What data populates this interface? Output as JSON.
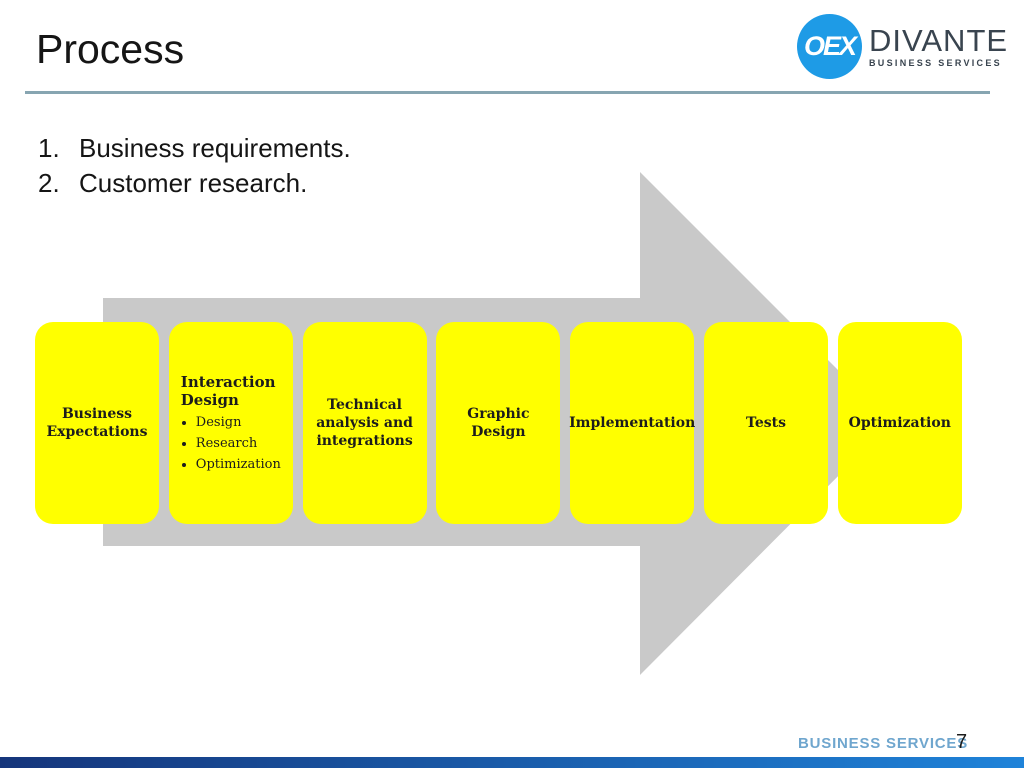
{
  "slide": {
    "title": "Process",
    "list_items": [
      {
        "number": "1.",
        "text": "Business requirements."
      },
      {
        "number": "2.",
        "text": "Customer research."
      }
    ]
  },
  "logo": {
    "badge_text": "OEX",
    "name": "DIVANTE",
    "tagline": "BUSINESS SERVICES"
  },
  "process_steps": [
    {
      "title": "Business Expectations",
      "bullets": []
    },
    {
      "title": "Interaction Design",
      "bullets": [
        "Design",
        "Research",
        "Optimization"
      ]
    },
    {
      "title": "Technical analysis and integrations",
      "bullets": []
    },
    {
      "title": "Graphic Design",
      "bullets": []
    },
    {
      "title": "Implementation",
      "bullets": []
    },
    {
      "title": "Tests",
      "bullets": []
    },
    {
      "title": "Optimization",
      "bullets": []
    }
  ],
  "footer": {
    "label": "BUSINESS SERVICES",
    "page_number": "7"
  },
  "colors": {
    "box_yellow": "#FFFF00",
    "arrow_gray": "#C9C9C9",
    "accent_line": "#87A5B1",
    "logo_blue": "#1E9BE6",
    "footer_blue": "#6FA6CE",
    "bar_gradient_start": "#15357B",
    "bar_gradient_end": "#1F83D9"
  }
}
